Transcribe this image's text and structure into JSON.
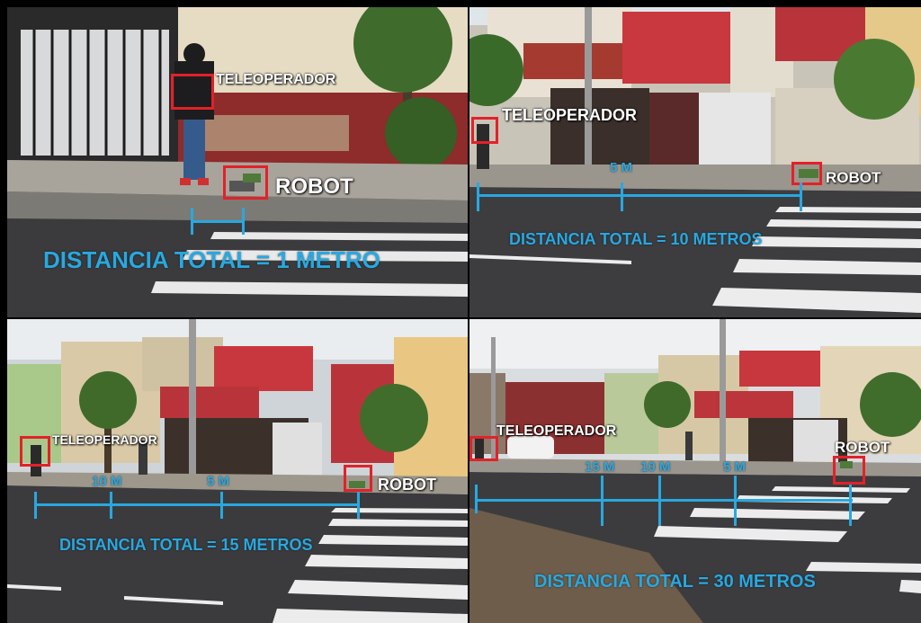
{
  "panels": [
    {
      "teleoperator_label": "TELEOPERADOR",
      "robot_label": "ROBOT",
      "distance_text": "DISTANCIA TOTAL = 1 METRO",
      "markers": []
    },
    {
      "teleoperator_label": "TELEOPERADOR",
      "robot_label": "ROBOT",
      "distance_text": "DISTANCIA TOTAL = 10 METROS",
      "markers": [
        "5 M"
      ]
    },
    {
      "teleoperator_label": "TELEOPERADOR",
      "robot_label": "ROBOT",
      "distance_text": "DISTANCIA TOTAL = 15 METROS",
      "markers": [
        "10 M",
        "5 M"
      ]
    },
    {
      "teleoperator_label": "TELEOPERADOR",
      "robot_label": "ROBOT",
      "distance_text": "DISTANCIA TOTAL = 30 METROS",
      "markers": [
        "15 M",
        "10 M",
        "5 M"
      ]
    }
  ],
  "colors": {
    "measure_blue": "#29a8e0",
    "box_red": "#e32128",
    "label_white": "#ffffff"
  }
}
